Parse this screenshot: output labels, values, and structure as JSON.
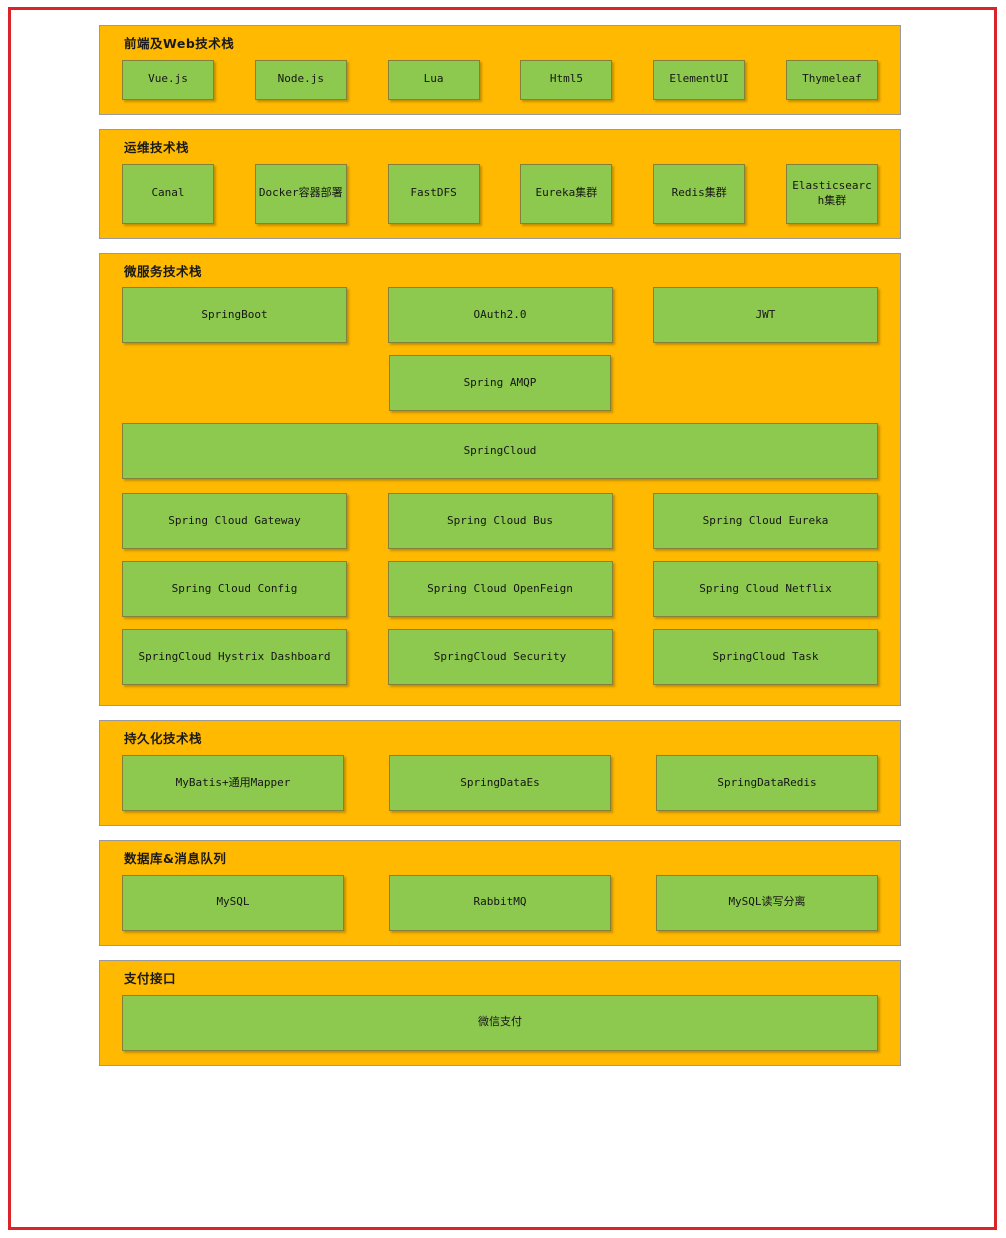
{
  "frame": {
    "border_color": "#d9252a"
  },
  "theme": {
    "panel_bg": "#ffb900",
    "box_bg": "#8dc84f",
    "box_border": "#85803a",
    "panel_border": "#9a9a9a",
    "text_color": "#161616"
  },
  "sections": [
    {
      "id": "frontend-web",
      "title": "前端及Web技术栈",
      "rows": [
        [
          "Vue.js",
          "Node.js",
          "Lua",
          "Html5",
          "ElementUI",
          "Thymeleaf"
        ]
      ]
    },
    {
      "id": "devops",
      "title": "运维技术栈",
      "rows": [
        [
          "Canal",
          "Docker容器部署",
          "FastDFS",
          "Eureka集群",
          "Redis集群",
          "Elasticsearch集群"
        ]
      ]
    },
    {
      "id": "microservice",
      "title": "微服务技术栈",
      "rows": [
        [
          "SpringBoot",
          "OAuth2.0",
          "JWT"
        ],
        [
          "Spring AMQP"
        ],
        [
          "SpringCloud"
        ],
        [
          "Spring Cloud Gateway",
          "Spring Cloud Bus",
          "Spring Cloud Eureka"
        ],
        [
          "Spring Cloud Config",
          "Spring Cloud OpenFeign",
          "Spring Cloud Netflix"
        ],
        [
          "SpringCloud Hystrix Dashboard",
          "SpringCloud Security",
          "SpringCloud Task"
        ]
      ]
    },
    {
      "id": "persistence",
      "title": "持久化技术栈",
      "rows": [
        [
          "MyBatis+通用Mapper",
          "SpringDataEs",
          "SpringDataRedis"
        ]
      ]
    },
    {
      "id": "database-mq",
      "title": "数据库&消息队列",
      "rows": [
        [
          "MySQL",
          "RabbitMQ",
          "MySQL读写分离"
        ]
      ]
    },
    {
      "id": "payment",
      "title": "支付接口",
      "rows": [
        [
          "微信支付"
        ]
      ]
    }
  ]
}
